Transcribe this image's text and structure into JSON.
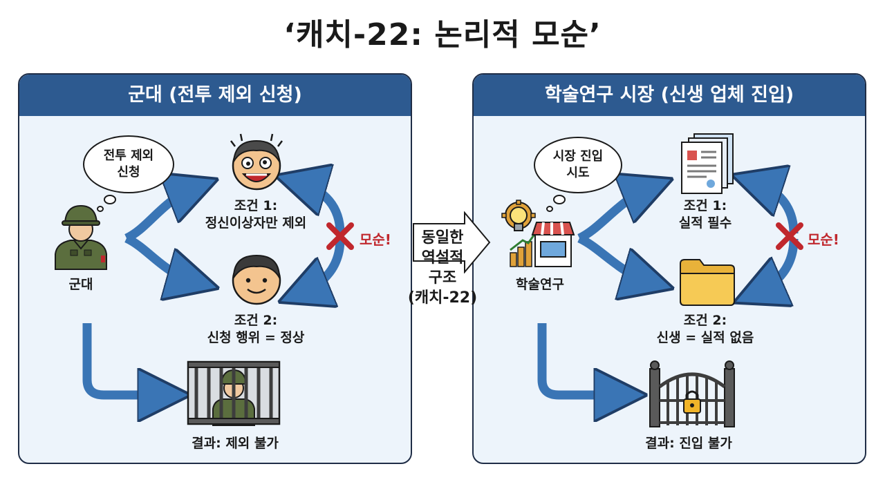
{
  "title": "‘캐치-22: 논리적 모순’",
  "left_panel": {
    "header": "군대 (전투 제외 신청)",
    "thought": "전투 제외\n신청",
    "actor": "군대",
    "condition1": "조건 1:\n정신이상자만 제외",
    "condition2": "조건 2:\n신청 행위 = 정상",
    "contradiction": "모순!",
    "result": "결과: 제외 불가"
  },
  "middle": {
    "label": "동일한\n역설적\n구조\n(캐치-22)"
  },
  "right_panel": {
    "header": "학술연구 시장 (신생 업체 진입)",
    "thought": "시장 진입\n시도",
    "actor": "학술연구",
    "condition1": "조건 1:\n실적 필수",
    "condition2": "조건 2:\n신생 = 실적 없음",
    "contradiction": "모순!",
    "result": "결과: 진입 불가"
  },
  "colors": {
    "header_blue": "#2d5a90",
    "arrow_blue": "#3a75b5",
    "panel_bg": "#edf4fb",
    "contradiction_red": "#c0272d",
    "soldier_green": "#5b6e3e"
  },
  "icons": [
    "thought-cloud-icon",
    "soldier-icon",
    "crazy-face-icon",
    "calm-face-icon",
    "red-x-icon",
    "jail-icon",
    "lightbulb-gear-icon",
    "shop-chart-icon",
    "documents-icon",
    "folder-icon",
    "locked-gate-icon",
    "right-arrow-icon"
  ]
}
